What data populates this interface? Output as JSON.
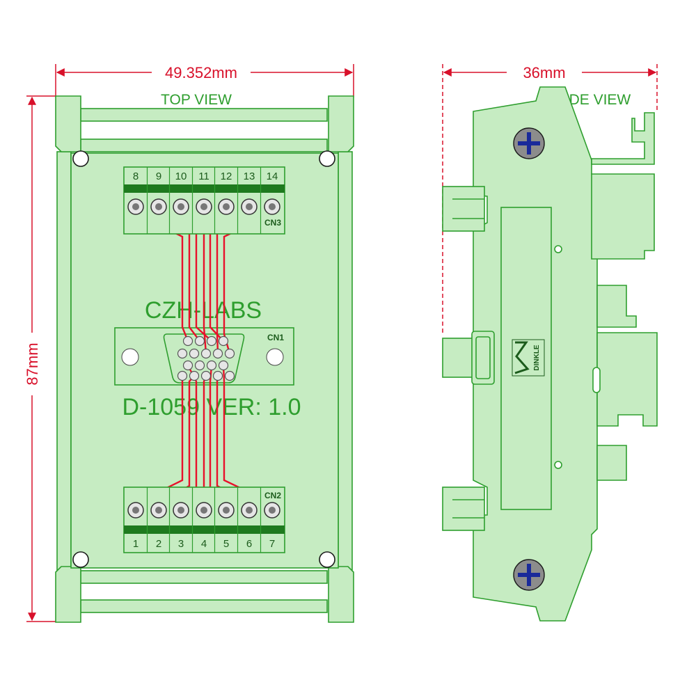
{
  "dimensions": {
    "top_width": "49.352mm",
    "height": "87mm",
    "side_width": "36mm"
  },
  "views": {
    "top": "TOP VIEW",
    "side": "SIDE VIEW"
  },
  "board": {
    "brand": "CZH-LABS",
    "model": "D-1059  VER: 1.0",
    "connector_label": "CN1"
  },
  "terminal_top": {
    "label": "CN3",
    "pins": [
      "8",
      "9",
      "10",
      "11",
      "12",
      "13",
      "14"
    ]
  },
  "terminal_bottom": {
    "label": "CN2",
    "pins": [
      "1",
      "2",
      "3",
      "4",
      "5",
      "6",
      "7"
    ]
  },
  "side_view": {
    "rail_brand": "DINKLE"
  },
  "colors": {
    "pcb": "#c6ecc2",
    "outline": "#2e9e2e",
    "trace": "#e8102a",
    "dimension": "#d8102a",
    "terminal_band": "#1e7a1e",
    "screw_blue": "#1a2a9a"
  }
}
